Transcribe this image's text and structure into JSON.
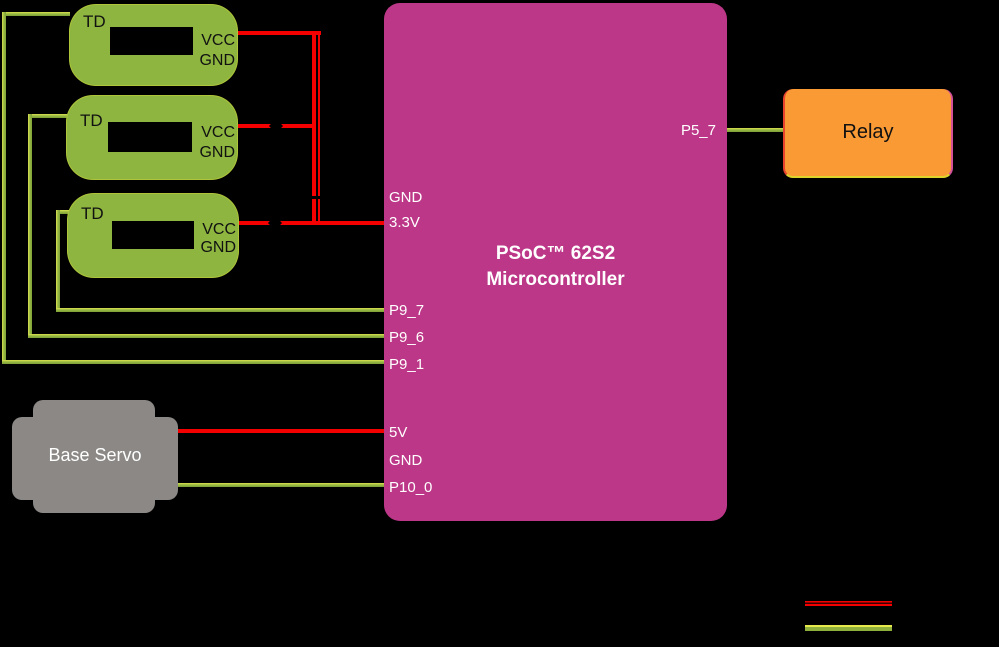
{
  "diagram": {
    "sensors": [
      {
        "label": "TD",
        "vcc_label": "VCC",
        "gnd_label": "GND"
      },
      {
        "label": "TD",
        "vcc_label": "VCC",
        "gnd_label": "GND"
      },
      {
        "label": "TD",
        "vcc_label": "VCC",
        "gnd_label": "GND"
      }
    ],
    "mcu": {
      "title_line1": "PSoC™ 62S2",
      "title_line2": "Microcontroller",
      "left_pins": [
        "GND",
        "3.3V",
        "P9_7",
        "P9_6",
        "P9_1",
        "5V",
        "GND",
        "P10_0"
      ],
      "right_pin": "P5_7"
    },
    "relay": {
      "label": "Relay"
    },
    "servo": {
      "label": "Base Servo"
    },
    "colors": {
      "sensor_fill": "#8DB53F",
      "mcu_fill": "#BC3787",
      "relay_fill": "#FA9A35",
      "servo_fill": "#8B8886",
      "power_wire": "#F40000",
      "signal_wire": "#8FAF3C",
      "signal_wire_highlight": "#DBE14E",
      "ground_wire": "#000000"
    },
    "legend": {
      "items": [
        {
          "name": "power-wire",
          "color": "#F40000"
        },
        {
          "name": "signal-wire",
          "color": "#8FAF3C"
        }
      ]
    }
  }
}
